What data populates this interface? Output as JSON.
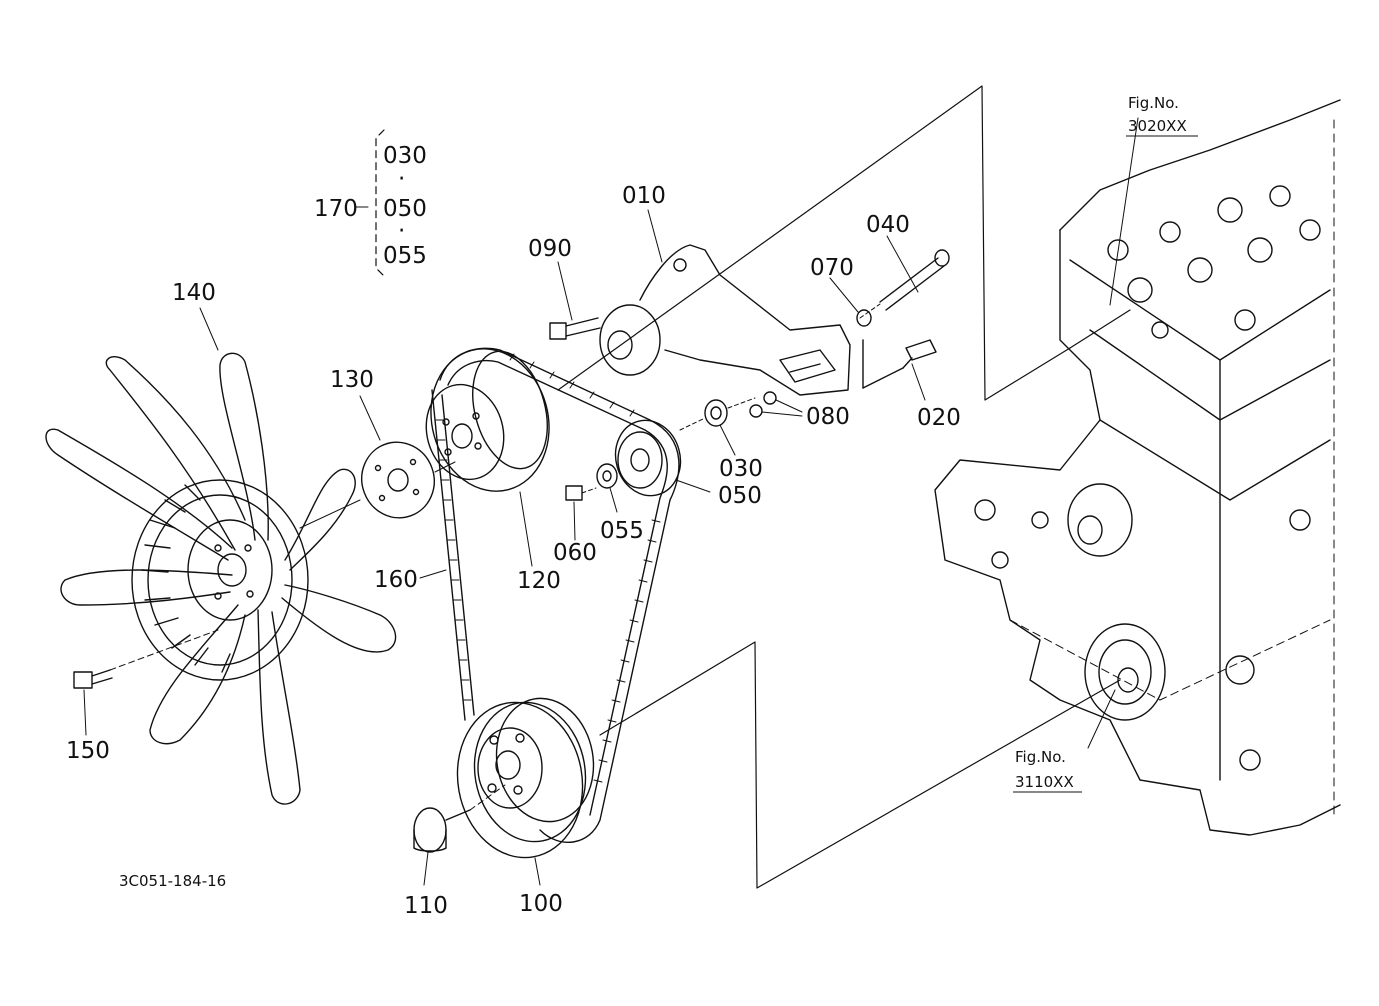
{
  "diagram": {
    "drawing_id": "3C051-184-16",
    "fig_refs": [
      {
        "label": "Fig.No.",
        "code": "3020XX"
      },
      {
        "label": "Fig.No.",
        "code": "3110XX"
      }
    ],
    "group": {
      "label": "170",
      "members": [
        "030",
        "050",
        "055"
      ],
      "separator": "·"
    },
    "callouts": [
      "010",
      "020",
      "030",
      "040",
      "050",
      "055",
      "060",
      "070",
      "080",
      "090",
      "100",
      "110",
      "120",
      "130",
      "140",
      "150",
      "160"
    ]
  }
}
